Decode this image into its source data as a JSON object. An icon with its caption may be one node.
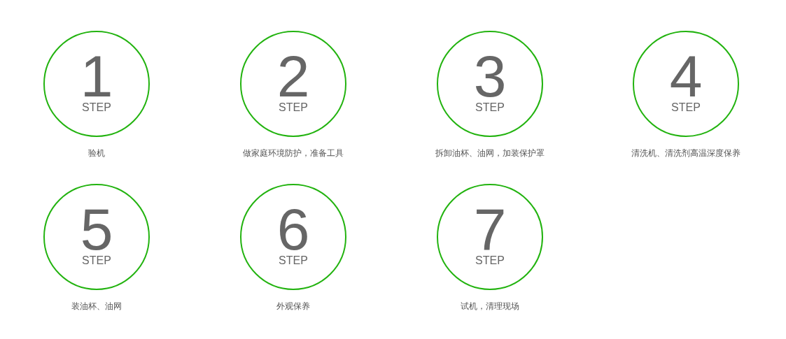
{
  "diagram": {
    "nodes": [
      {
        "text": [
          "1",
          "STEP"
        ],
        "beside": [
          "验机"
        ]
      },
      {
        "text": [
          "2",
          "STEP"
        ],
        "beside": [
          "做家庭环境防护，准备工具"
        ]
      },
      {
        "text": [
          "3",
          "STEP"
        ],
        "beside": [
          "拆卸油杯、油网，加装保护罩"
        ]
      },
      {
        "text": [
          "4",
          "STEP"
        ],
        "beside": [
          "清洗机、清洗剂高温深度保养"
        ]
      },
      {
        "text": [
          "5",
          "STEP"
        ],
        "beside": [
          "装油杯、油网"
        ]
      },
      {
        "text": [
          "6",
          "STEP"
        ],
        "beside": [
          "外观保养"
        ]
      },
      {
        "text": [
          "7",
          "STEP"
        ],
        "beside": [
          "试机，清理现场"
        ]
      }
    ]
  }
}
